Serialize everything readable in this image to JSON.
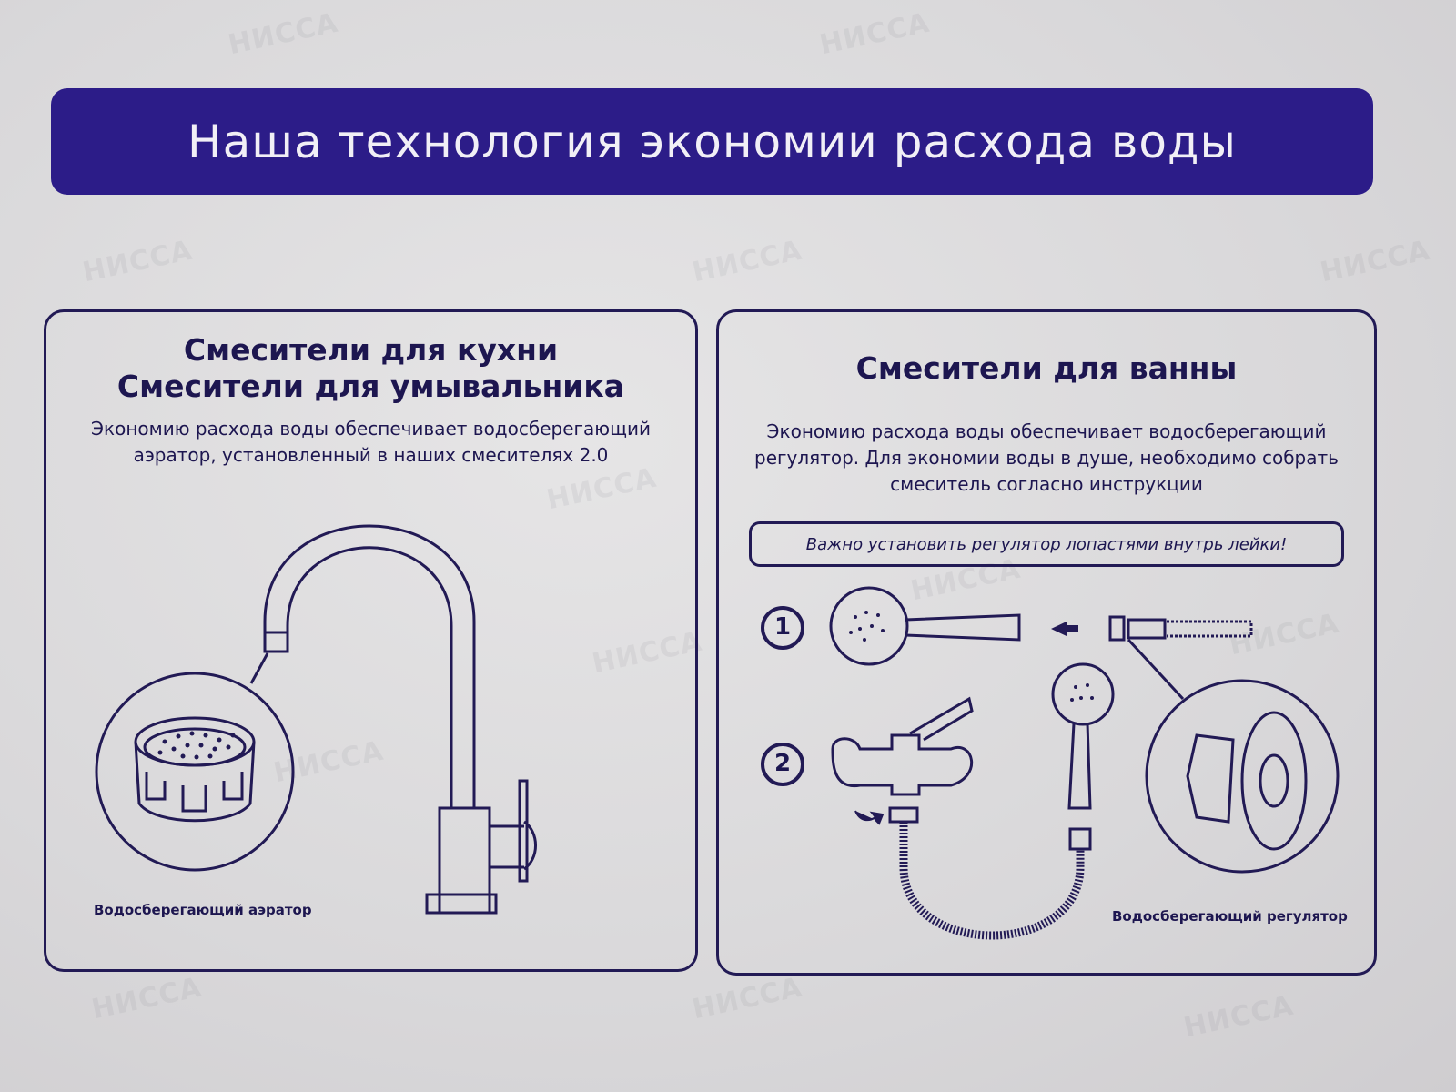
{
  "header": {
    "title": "Наша технология экономии расхода воды"
  },
  "watermark": "НИССА",
  "left_panel": {
    "title_line1": "Смесители для кухни",
    "title_line2": "Смесители для умывальника",
    "desc_line1": "Экономию расхода воды обеспечивает водосберегающий",
    "desc_line2": "аэратор, установленный в наших смесителях 2.0",
    "caption": "Водосберегающий аэратор"
  },
  "right_panel": {
    "title": "Смесители для ванны",
    "desc_line1": "Экономию расхода воды обеспечивает водосберегающий",
    "desc_line2": "регулятор. Для экономии воды в душе, необходимо собрать",
    "desc_line3": "смеситель согласно инструкции",
    "note": "Важно установить регулятор лопастями внутрь лейки!",
    "step1": "1",
    "step2": "2",
    "caption": "Водосберегающий регулятор"
  },
  "colors": {
    "banner": "#2c1c88",
    "ink": "#1d1650"
  }
}
